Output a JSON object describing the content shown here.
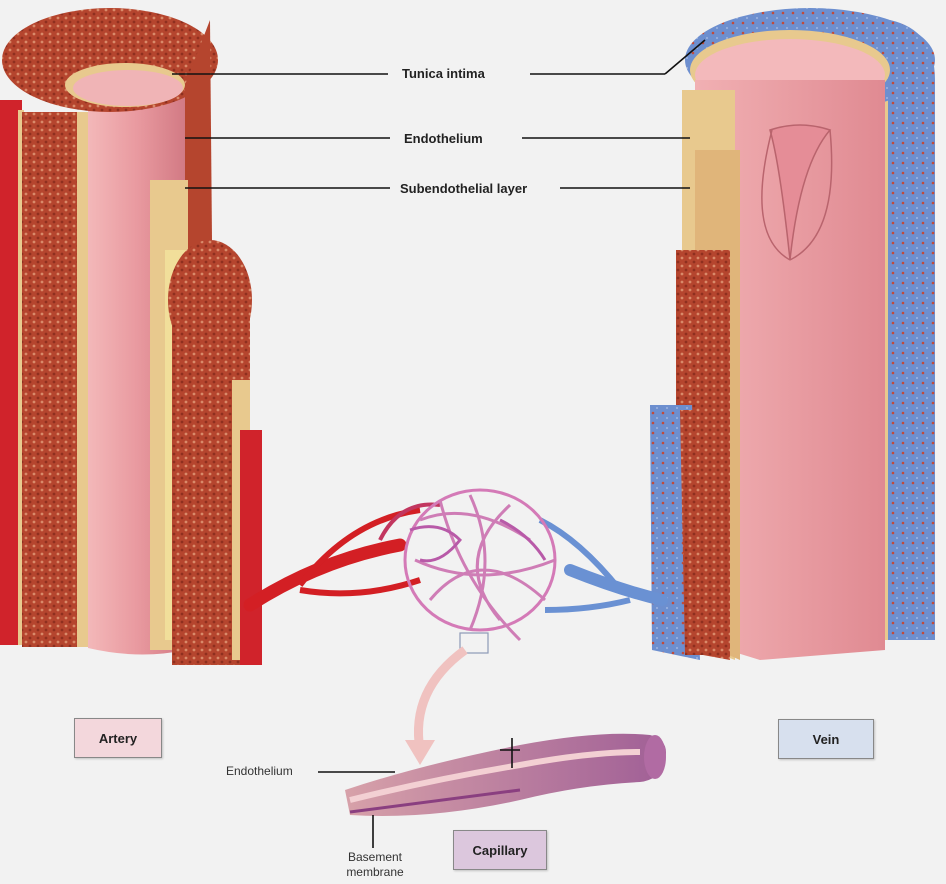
{
  "labels": {
    "tunica_intima": "Tunica intima",
    "endothelium_top": "Endothelium",
    "subendothelial": "Subendothelial layer",
    "endothelium_cap": "Endothelium",
    "basement_line1": "Basement",
    "basement_line2": "membrane"
  },
  "boxes": {
    "artery": "Artery",
    "vein": "Vein",
    "capillary": "Capillary"
  },
  "colors": {
    "artery_red": "#c8202a",
    "muscle": "#b5452e",
    "intima_pink": "#eaa2a6",
    "subendo_tan": "#e8c98e",
    "vein_blue": "#6d8fcf",
    "artery_box": "#f3d7dc",
    "vein_box": "#d7e0ee",
    "capillary_box": "#dcc7dd"
  }
}
